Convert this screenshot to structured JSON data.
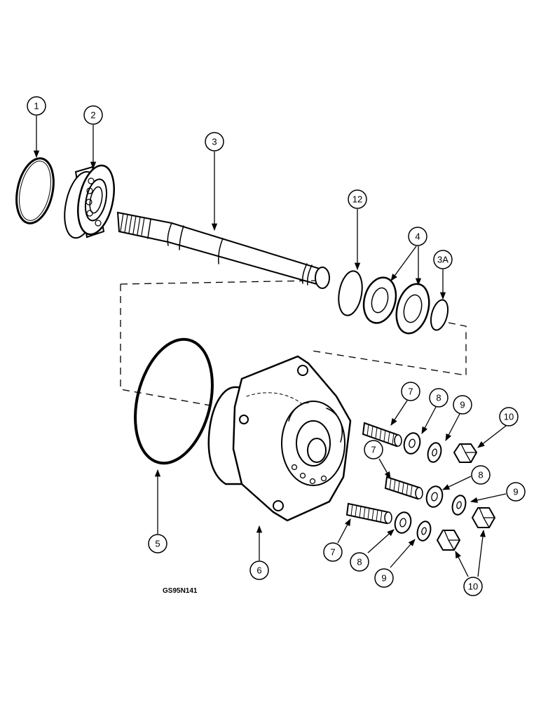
{
  "figure_code": "GS95N141",
  "callouts": [
    "1",
    "2",
    "3",
    "12",
    "4",
    "3A",
    "5",
    "6",
    "7",
    "8",
    "9",
    "10",
    "7",
    "8",
    "9",
    "7",
    "8",
    "9",
    "10"
  ]
}
